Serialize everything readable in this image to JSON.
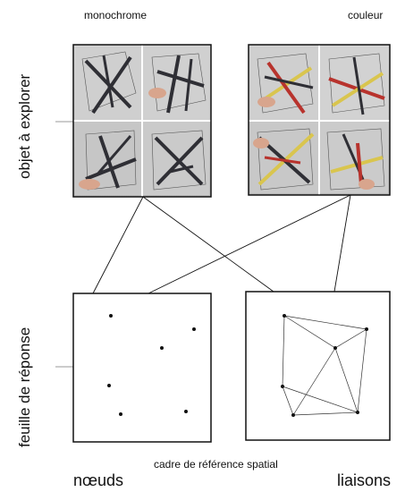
{
  "labels": {
    "monochrome": "monochrome",
    "couleur": "couleur",
    "objet": "objet à explorer",
    "feuille": "feuille de réponse",
    "cadre": "cadre de référence spatial",
    "noeuds": "nœuds",
    "liaisons": "liaisons"
  },
  "colors": {
    "frame": "#111111",
    "photo_bg": "#c9c9c9",
    "stick_dark": "#2f2f35",
    "stick_yellow": "#d9c54e",
    "stick_red": "#b8332d",
    "skin": "#d8a58d"
  },
  "icons": {
    "photo": "tensegrity-photo",
    "dot": "node-dot"
  }
}
